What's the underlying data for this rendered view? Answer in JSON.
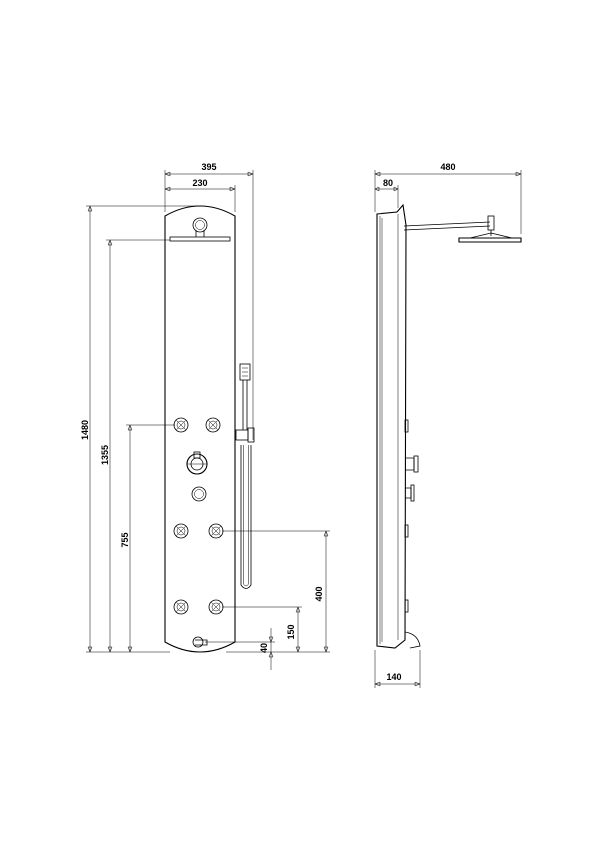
{
  "front_view": {
    "dim_width_total": "395",
    "dim_width_inner": "230",
    "dim_height_total": "1480",
    "dim_height_head": "1355",
    "dim_height_mixer": "755",
    "dim_height_jets_mid": "400",
    "dim_height_jets_low": "150",
    "dim_height_spout": "40"
  },
  "side_view": {
    "dim_arm_length": "480",
    "dim_panel_depth": "80",
    "dim_base_depth": "140"
  }
}
